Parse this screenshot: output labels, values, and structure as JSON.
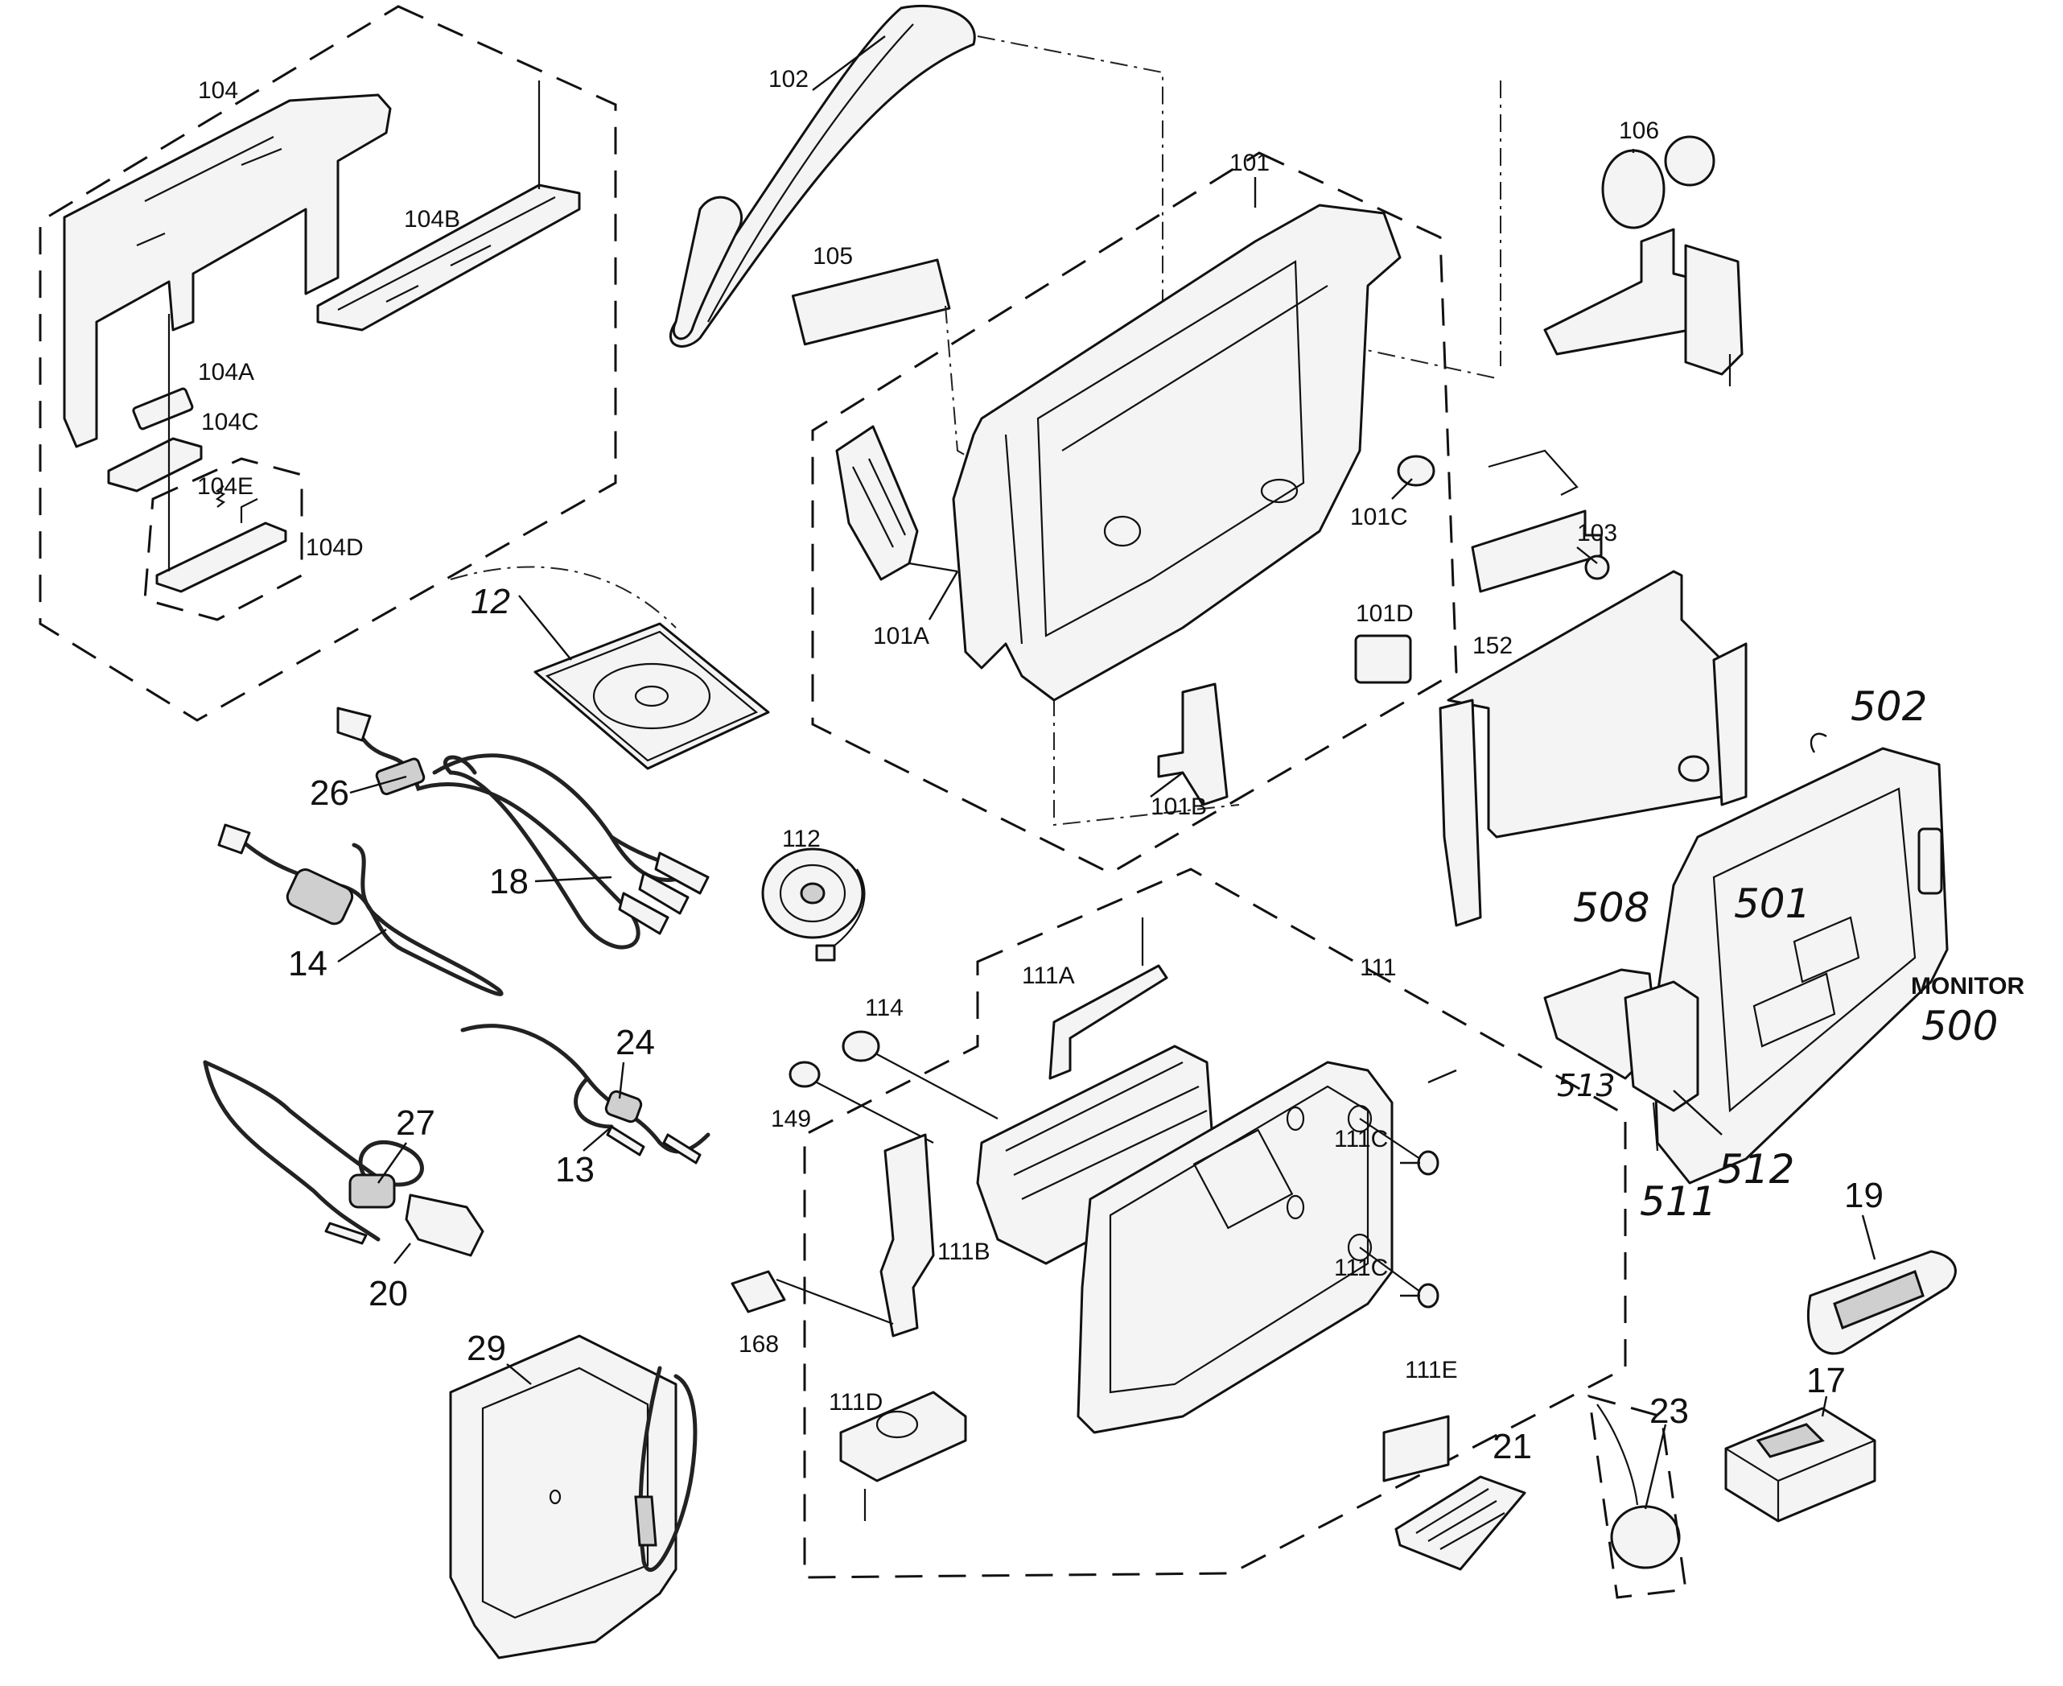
{
  "labels": {
    "l104": "104",
    "l104a": "104A",
    "l104b": "104B",
    "l104c": "104C",
    "l104e": "104E",
    "l104d": "104D",
    "l102": "102",
    "l101": "101",
    "l105": "105",
    "l106": "106",
    "l101a": "101A",
    "l101b": "101B",
    "l101c": "101C",
    "l101d": "101D",
    "l103": "103",
    "l152": "152",
    "l12": "12",
    "l26": "26",
    "l18": "18",
    "l14": "14",
    "l112": "112",
    "l24": "24",
    "l13": "13",
    "l27": "27",
    "l20": "20",
    "l29": "29",
    "l111a": "111A",
    "l111": "111",
    "l114": "114",
    "l149": "149",
    "l111b": "111B",
    "l111c1": "111C",
    "l111c2": "111C",
    "l168": "168",
    "l111d": "111D",
    "l111e": "111E",
    "l502": "502",
    "l508": "508",
    "l501": "501",
    "lmonitor": "MONITOR",
    "l500": "500",
    "l513": "513",
    "l511": "511",
    "l512": "512",
    "l19": "19",
    "l21": "21",
    "l23": "23",
    "l17": "17"
  }
}
